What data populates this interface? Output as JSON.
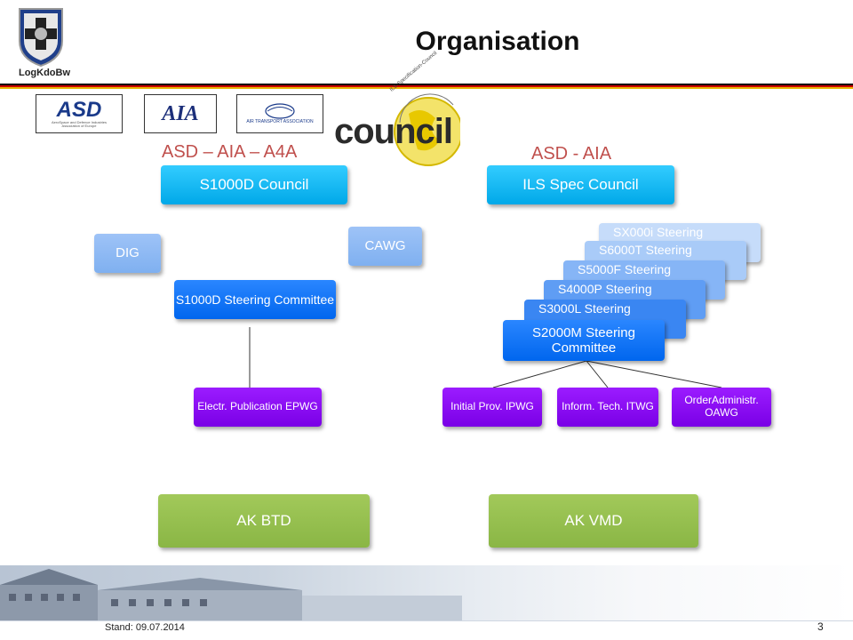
{
  "header": {
    "title": "Organisation",
    "org_label": "LogKdoBw"
  },
  "logos": {
    "asd": "ASD",
    "asd_sub": "AeroSpace and Defence Industries Association of Europe",
    "aia": "AIA",
    "a4a": "AIR TRANSPORT ASSOCIATION",
    "council_word": "council",
    "council_arc": "ILS-Specification-Council"
  },
  "groups": {
    "left_label": "ASD – AIA – A4A",
    "right_label": "ASD - AIA"
  },
  "left": {
    "council": "S1000D Council",
    "dig": "DIG",
    "cawg": "CAWG",
    "steering": "S1000D Steering Committee",
    "epwg": "Electr. Publication EPWG",
    "ak": "AK BTD"
  },
  "right": {
    "council": "ILS Spec Council",
    "stack": [
      "SX000i Steering",
      "S6000T Steering",
      "S5000F Steering",
      "S4000P Steering",
      "S3000L Steering"
    ],
    "steering": "S2000M Steering Committee",
    "ipwg": "Initial Prov. IPWG",
    "itwg": "Inform. Tech. ITWG",
    "oawg": "OrderAdministr. OAWG",
    "ak": "AK VMD"
  },
  "footer": {
    "stand": "Stand: 09.07.2014",
    "page": "3"
  }
}
